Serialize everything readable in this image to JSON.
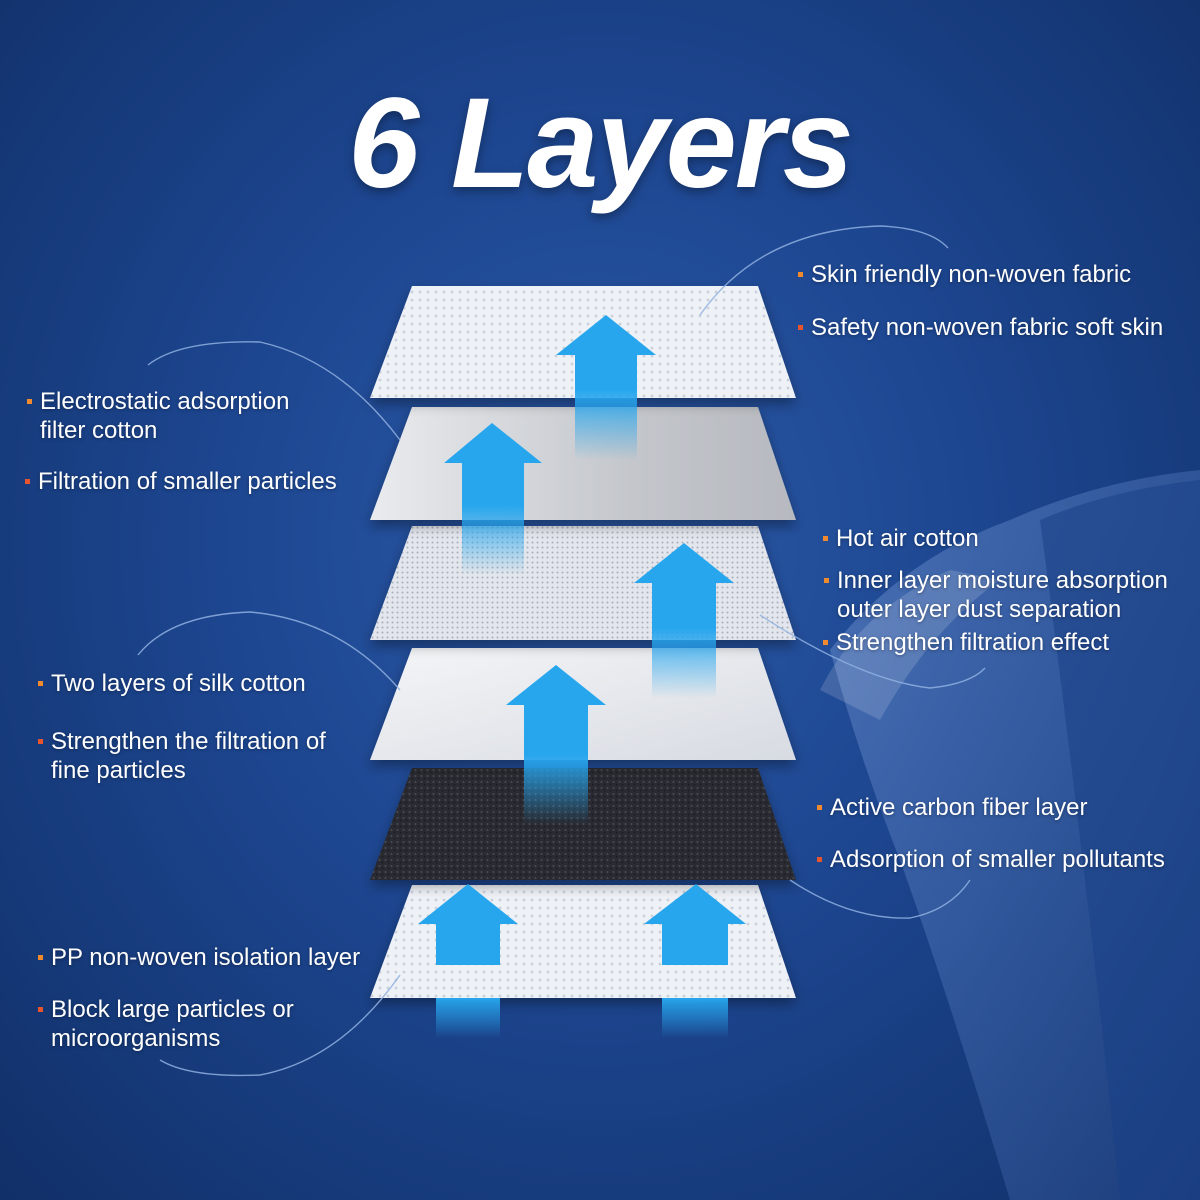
{
  "title": "6 Layers",
  "colors": {
    "background": "#1d4690",
    "arrow": "#27a6ee",
    "bullet_orange": "#f08a2c",
    "bullet_red": "#e8552c"
  },
  "layers": [
    {
      "name": "top-layer",
      "texture": "white-nonwoven"
    },
    {
      "name": "second-layer",
      "texture": "gray-cotton"
    },
    {
      "name": "third-layer",
      "texture": "dotted-white"
    },
    {
      "name": "fourth-layer",
      "texture": "white-silk"
    },
    {
      "name": "fifth-layer",
      "texture": "black-carbon"
    },
    {
      "name": "bottom-layer",
      "texture": "white-dotted"
    }
  ],
  "labels": {
    "skin_friendly": "Skin friendly non-woven fabric",
    "safety_soft": "Safety non-woven fabric soft skin",
    "electrostatic": "Electrostatic adsorption\nfilter cotton",
    "filtration_smaller": "Filtration of smaller particles",
    "hot_air": "Hot air cotton",
    "inner_layer": "Inner layer moisture absorption\nouter layer dust separation",
    "strengthen_effect": "Strengthen filtration effect",
    "two_layers_silk": "Two layers of silk cotton",
    "strengthen_fine": "Strengthen the filtration of\nfine particles",
    "active_carbon": "Active carbon fiber layer",
    "adsorption_pollutants": "Adsorption of smaller pollutants",
    "pp_nonwoven": "PP non-woven isolation layer",
    "block_large": "Block large particles or\nmicroorganisms"
  }
}
